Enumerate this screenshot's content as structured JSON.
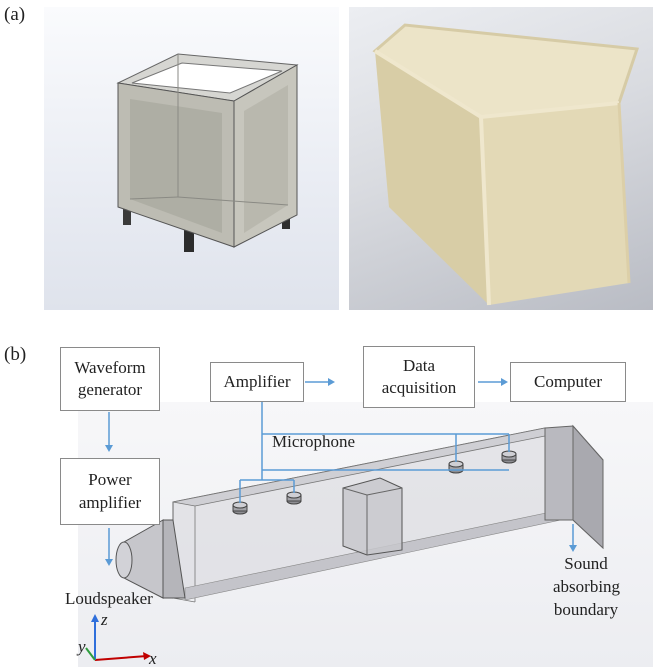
{
  "panel_a": {
    "label": "(a)"
  },
  "panel_b": {
    "label": "(b)",
    "boxes": {
      "waveform": "Waveform generator",
      "power_amp": "Power amplifier",
      "amplifier": "Amplifier",
      "daq": "Data acquisition",
      "computer": "Computer"
    },
    "labels": {
      "microphone": "Microphone",
      "loudspeaker": "Loudspeaker",
      "sound_absorbing_boundary": "Sound absorbing boundary"
    },
    "axes": {
      "x": "x",
      "y": "y",
      "z": "z"
    }
  },
  "colors": {
    "arrow": "#5b9bd5",
    "axis_x": "#c00000",
    "axis_y": "#2e9e3e",
    "axis_z": "#2f6fdb"
  }
}
